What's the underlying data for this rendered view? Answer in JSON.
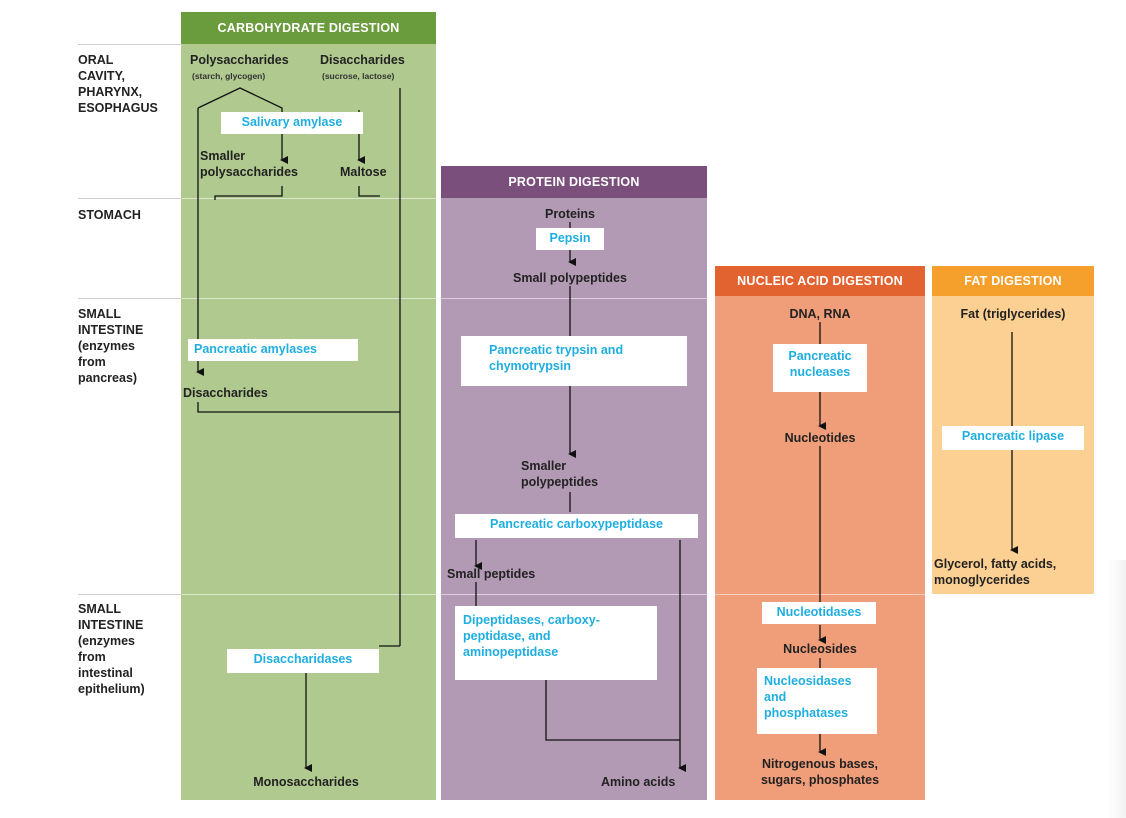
{
  "headers": {
    "carbohydrate": "CARBOHYDRATE DIGESTION",
    "protein": "PROTEIN DIGESTION",
    "nucleic": "NUCLEIC ACID DIGESTION",
    "fat": "FAT DIGESTION"
  },
  "regions": {
    "oral": "ORAL\nCAVITY,\nPHARYNX,\nESOPHAGUS",
    "stomach": "STOMACH",
    "small_pancreas": "SMALL\nINTESTINE\n(enzymes\nfrom\npancreas)",
    "small_epithelium": "SMALL\nINTESTINE\n(enzymes\nfrom\nintestinal\nepithelium)"
  },
  "carb": {
    "polysaccharides": "Polysaccharides",
    "polysaccharides_note": "(starch, glycogen)",
    "disaccharides": "Disaccharides",
    "disaccharides_note": "(sucrose, lactose)",
    "salivary_amylase": "Salivary amylase",
    "smaller_polysaccharides": "Smaller\npolysaccharides",
    "maltose": "Maltose",
    "pancreatic_amylases": "Pancreatic amylases",
    "disaccharides2": "Disaccharides",
    "disaccharidases": "Disaccharidases",
    "monosaccharides": "Monosaccharides"
  },
  "protein": {
    "proteins": "Proteins",
    "pepsin": "Pepsin",
    "small_polypeptides": "Small polypeptides",
    "trypsin": "Pancreatic trypsin and\nchymotrypsin",
    "smaller_polypeptides": "Smaller\npolypeptides",
    "carboxypeptidase": "Pancreatic carboxypeptidase",
    "small_peptides": "Small peptides",
    "dipeptidases": "Dipeptidases, carboxy-\npeptidase, and\naminopeptidase",
    "amino_acids": "Amino acids"
  },
  "nucleic": {
    "dna_rna": "DNA, RNA",
    "nucleases": "Pancreatic\nnucleases",
    "nucleotides": "Nucleotides",
    "nucleotidases": "Nucleotidases",
    "nucleosides": "Nucleosides",
    "nucleosidases": "Nucleosidases\nand\nphosphatases",
    "bases": "Nitrogenous bases,\nsugars, phosphates"
  },
  "fat": {
    "fat": "Fat (triglycerides)",
    "lipase": "Pancreatic lipase",
    "products": "Glycerol, fatty acids,\nmonoglycerides"
  }
}
